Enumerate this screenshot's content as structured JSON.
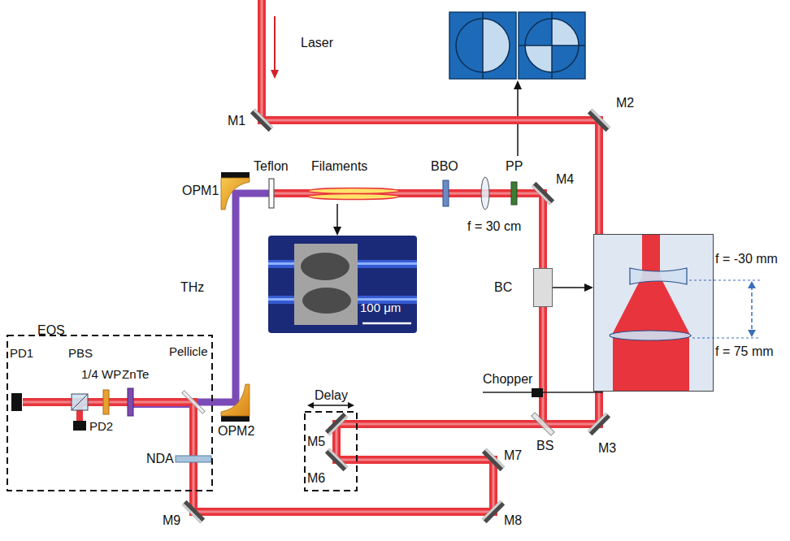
{
  "diagram": {
    "nodes": [
      {
        "text": [
          "100 μm"
        ]
      },
      {
        "text": [
          "BC"
        ]
      },
      {
        "text": [
          "f = -30 mm",
          "f = 75 mm"
        ]
      },
      {
        "text": [
          "EOS"
        ]
      },
      {
        "text": [
          "Delay"
        ]
      }
    ],
    "edges": [
      {
        "from": 1,
        "to": 2,
        "arrow": "to"
      }
    ],
    "labels": [
      "Laser",
      "M1",
      "M2",
      "Teflon",
      "Filaments",
      "BBO",
      "PP",
      "M4",
      "OPM1",
      "f = 30 cm",
      "THz",
      "PD1",
      "PBS",
      "1/4 WP",
      "ZnTe",
      "Pellicle",
      "PD2",
      "OPM2",
      "Chopper",
      "BS",
      "M3",
      "M5",
      "M6",
      "M7",
      "M8",
      "M9",
      "NDA"
    ]
  }
}
